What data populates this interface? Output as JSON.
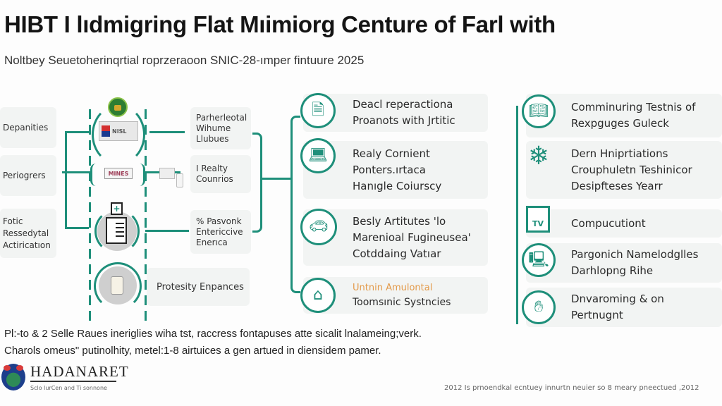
{
  "header": {
    "title": "HIBT I lıdmigring Flat Mıimiorg Centure of Farl with",
    "subtitle": "Noltbey Seuetoherinqrtial roprzeraoon SNIC-28-ımper fintuure 2025"
  },
  "left_column": {
    "items": [
      {
        "label": "Depanities"
      },
      {
        "label": "Periogrers"
      },
      {
        "label": "Fotic\nRessedytal\nActiricatıon"
      }
    ]
  },
  "center_icons": [
    {
      "icon": "badge-flag-logo",
      "caption": ""
    },
    {
      "icon": "mines-sign",
      "caption": "MINES"
    },
    {
      "icon": "medical-clipboard",
      "caption": ""
    },
    {
      "icon": "id-card",
      "caption": ""
    }
  ],
  "middle_column": {
    "items": [
      {
        "label": "Parherleotal\nWihume\nLlubues"
      },
      {
        "label": "I Realty\nCounrios"
      },
      {
        "label": "% Pasvonk\nEntericcive\nEnerıca"
      },
      {
        "label": "Protesity Enpances"
      }
    ]
  },
  "center_right_column": {
    "items": [
      {
        "icon": "certificate-icon",
        "lines": [
          "Deacl reperactiona",
          "Proanots with Jrtitic"
        ]
      },
      {
        "icon": "laptop-icon",
        "lines": [
          "Realy Cornient",
          "Ponters.ırtaca",
          "Hanıgle Coiurscy"
        ]
      },
      {
        "icon": "vehicle-icon",
        "lines": [
          "Besly Artitutes 'lo",
          "Marenioal Fugineusea'",
          "Cotddaing Vatıar"
        ]
      },
      {
        "icon": "building-icon",
        "highlight": "Untnin Amulontal",
        "lines": [
          "Toomsınic Systncies"
        ]
      }
    ]
  },
  "right_column": {
    "items": [
      {
        "icon": "book-icon",
        "lines": [
          "Comminuring Testnis of",
          "Rexpguges Guleck"
        ]
      },
      {
        "icon": "tree-network-icon",
        "lines": [
          "Dern Hniprtiations",
          "Crouphuletn Teshinicor",
          "Desipfteses Yearr"
        ]
      },
      {
        "icon": "document-chart-icon",
        "lines": [
          "Compucutiont"
        ]
      },
      {
        "icon": "computer-icon",
        "lines": [
          "Pargonich Namelodglles",
          "Darhlopng Rihe"
        ]
      },
      {
        "icon": "hand-icon",
        "lines": [
          "Dnvaroming & on",
          "Pertnugnt"
        ]
      }
    ]
  },
  "footer": {
    "note_line1": "Pl:-to & 2 Selle Raues ineriglies wiha tst, raccress fontapuses atte sicalit lnalameing;verk.",
    "note_line2": "Charols omeus\" putinolhity, metel:1-8 airtuices a gen artued in diensidem pamer.",
    "brand_name": "HADANARET",
    "brand_tagline": "Sclo lurCen and Ti sonnone",
    "copyright": "2012 Is prnoendkal ecntuey innurtn neuier so 8 meary pneectued ,2012"
  },
  "colors": {
    "accent": "#1e8f7a",
    "card_bg": "#f2f4f3",
    "highlight": "#e39a4a"
  }
}
